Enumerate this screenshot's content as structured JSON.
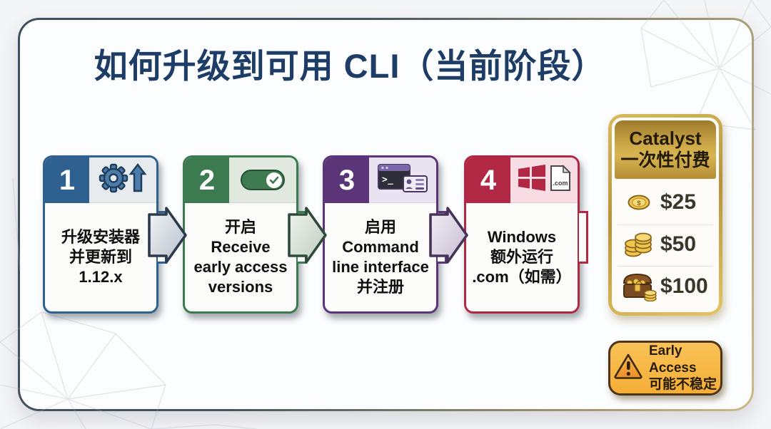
{
  "title": "如何升级到可用 CLI（当前阶段）",
  "steps": [
    {
      "number": "1",
      "icon": "gear-update-icon",
      "lines": [
        "升级安装器",
        "并更新到",
        "1.12.x"
      ]
    },
    {
      "number": "2",
      "icon": "toggle-on-icon",
      "lines": [
        "开启",
        "Receive",
        "early access",
        "versions"
      ]
    },
    {
      "number": "3",
      "icon": "terminal-register-icon",
      "lines": [
        "启用",
        "Command",
        "line interface",
        "并注册"
      ]
    },
    {
      "number": "4",
      "icon": "windows-com-icon",
      "lines": [
        "Windows",
        "额外运行",
        ".com（如需）"
      ]
    }
  ],
  "pricing_panel": {
    "title_en": "Catalyst",
    "title_zh": "一次性付费",
    "tiers": [
      {
        "icon": "single-coin-icon",
        "price": "$25"
      },
      {
        "icon": "coin-stack-icon",
        "price": "$50"
      },
      {
        "icon": "treasure-chest-icon",
        "price": "$100"
      }
    ]
  },
  "warning_badge": {
    "icon": "warning-triangle-icon",
    "title_en": "Early Access",
    "title_zh": "可能不稳定"
  },
  "colors": {
    "title_text": "#1D3C66",
    "step1": "#2E618F",
    "step2": "#3C7B50",
    "step3": "#5A3678",
    "step4": "#B12844",
    "gold_border": "#C9A33E",
    "badge_bg": "#F7B84A"
  }
}
